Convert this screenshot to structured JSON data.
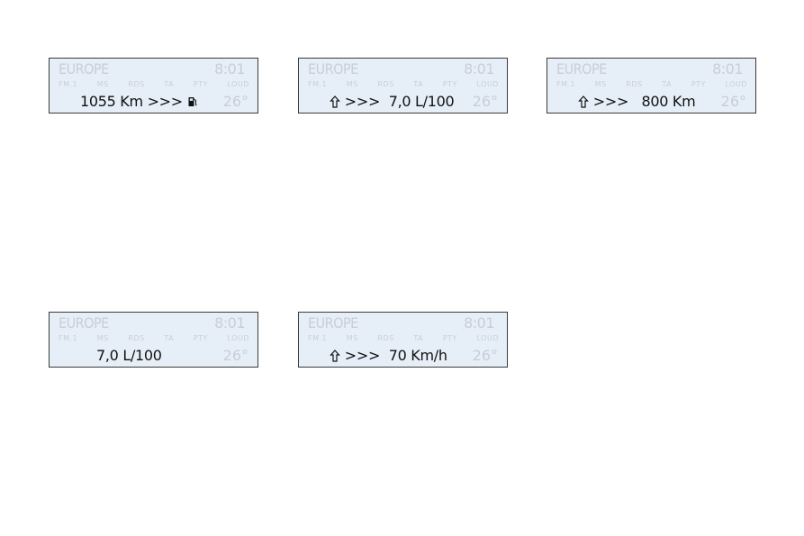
{
  "panels": [
    {
      "region": "EUROPE",
      "clock": "8:01",
      "indicators": [
        "FM.1",
        "MS",
        "RDS",
        "TA",
        "PTY",
        "LOUD"
      ],
      "main": "1055 Km >>>",
      "icon": "fuel-pump-icon",
      "temp": "26°"
    },
    {
      "region": "EUROPE",
      "clock": "8:01",
      "indicators": [
        "FM.1",
        "MS",
        "RDS",
        "TA",
        "PTY",
        "LOUD"
      ],
      "arrows": ">>>",
      "main": "7,0 L/100",
      "icon": "up-arrow-icon",
      "temp": "26°"
    },
    {
      "region": "EUROPE",
      "clock": "8:01",
      "indicators": [
        "FM.1",
        "MS",
        "RDS",
        "TA",
        "PTY",
        "LOUD"
      ],
      "arrows": ">>>",
      "main": "800 Km",
      "icon": "up-arrow-icon",
      "temp": "26°"
    },
    {
      "region": "EUROPE",
      "clock": "8:01",
      "indicators": [
        "FM.1",
        "MS",
        "RDS",
        "TA",
        "PTY",
        "LOUD"
      ],
      "main": "7,0 L/100",
      "temp": "26°"
    },
    {
      "region": "EUROPE",
      "clock": "8:01",
      "indicators": [
        "FM.1",
        "MS",
        "RDS",
        "TA",
        "PTY",
        "LOUD"
      ],
      "arrows": ">>>",
      "main": "70 Km/h",
      "icon": "up-arrow-icon",
      "temp": "26°"
    }
  ],
  "colors": {
    "display_bg": "#e6eff8",
    "inactive_segment": "#c9cdd6",
    "active_text": "#111111"
  }
}
